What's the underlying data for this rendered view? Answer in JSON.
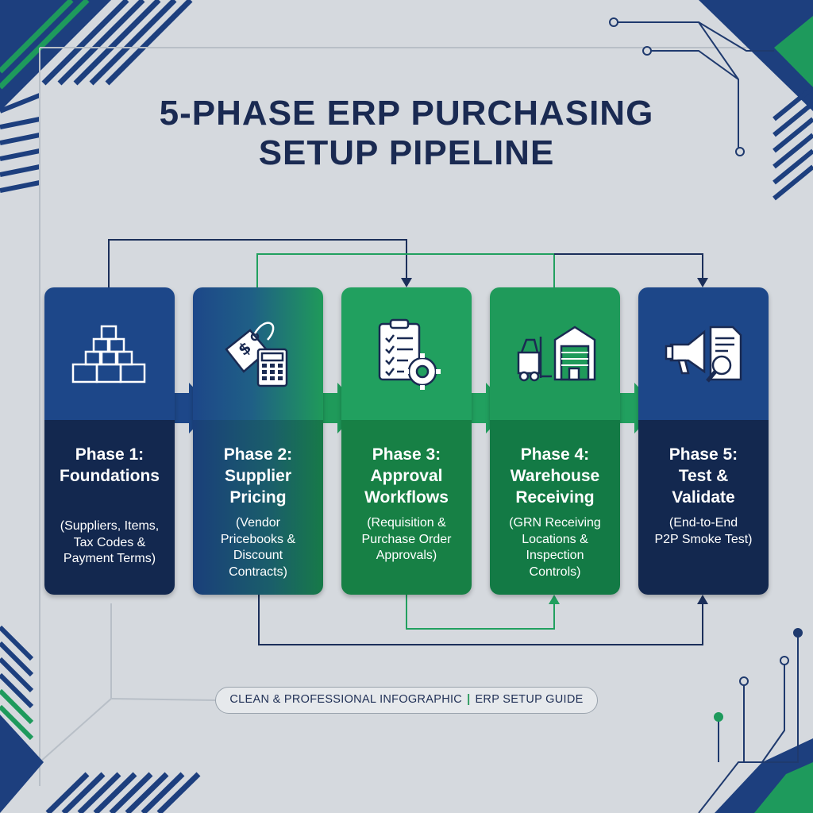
{
  "title": {
    "line1": "5-PHASE ERP PURCHASING",
    "line2": "SETUP PIPELINE"
  },
  "phases": [
    {
      "label": "Phase 1:\nFoundations",
      "description": "(Suppliers, Items,\nTax Codes &\nPayment Terms)",
      "icon": "stacked-boxes-icon"
    },
    {
      "label": "Phase 2:\nSupplier\nPricing",
      "description": "(Vendor\nPricebooks &\nDiscount\nContracts)",
      "icon": "price-tag-calculator-icon"
    },
    {
      "label": "Phase 3:\nApproval\nWorkflows",
      "description": "(Requisition &\nPurchase Order\nApprovals)",
      "icon": "clipboard-gear-icon"
    },
    {
      "label": "Phase 4:\nWarehouse\nReceiving",
      "description": "(GRN Receiving\nLocations &\nInspection\nControls)",
      "icon": "forklift-warehouse-icon"
    },
    {
      "label": "Phase 5:\nTest &\nValidate",
      "description": "(End-to-End\nP2P Smoke Test)",
      "icon": "megaphone-document-search-icon"
    }
  ],
  "footer": {
    "left": "CLEAN & PROFESSIONAL INFOGRAPHIC",
    "separator": "|",
    "right": "ERP SETUP GUIDE"
  },
  "colors": {
    "navy": "#13284f",
    "blue": "#1d4789",
    "green": "#21a05f",
    "dark_green": "#178045",
    "background": "#d5d9de"
  }
}
